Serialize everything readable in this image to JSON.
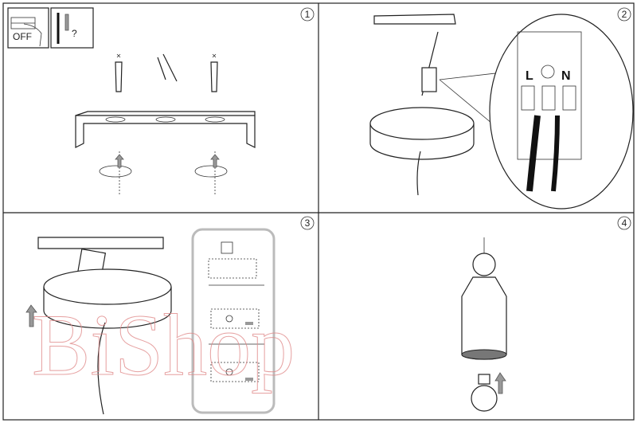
{
  "steps": [
    {
      "number": "1"
    },
    {
      "number": "2"
    },
    {
      "number": "3"
    },
    {
      "number": "4"
    }
  ],
  "step1": {
    "switch_label": "OFF",
    "question_mark": "?"
  },
  "step2": {
    "live_label": "L",
    "neutral_label": "N"
  },
  "watermark": {
    "text": "BiShop"
  },
  "colors": {
    "line": "#222222",
    "arrow_fill": "#999999",
    "watermark": "#e08a8a",
    "inset_border": "#bbbbbb"
  }
}
